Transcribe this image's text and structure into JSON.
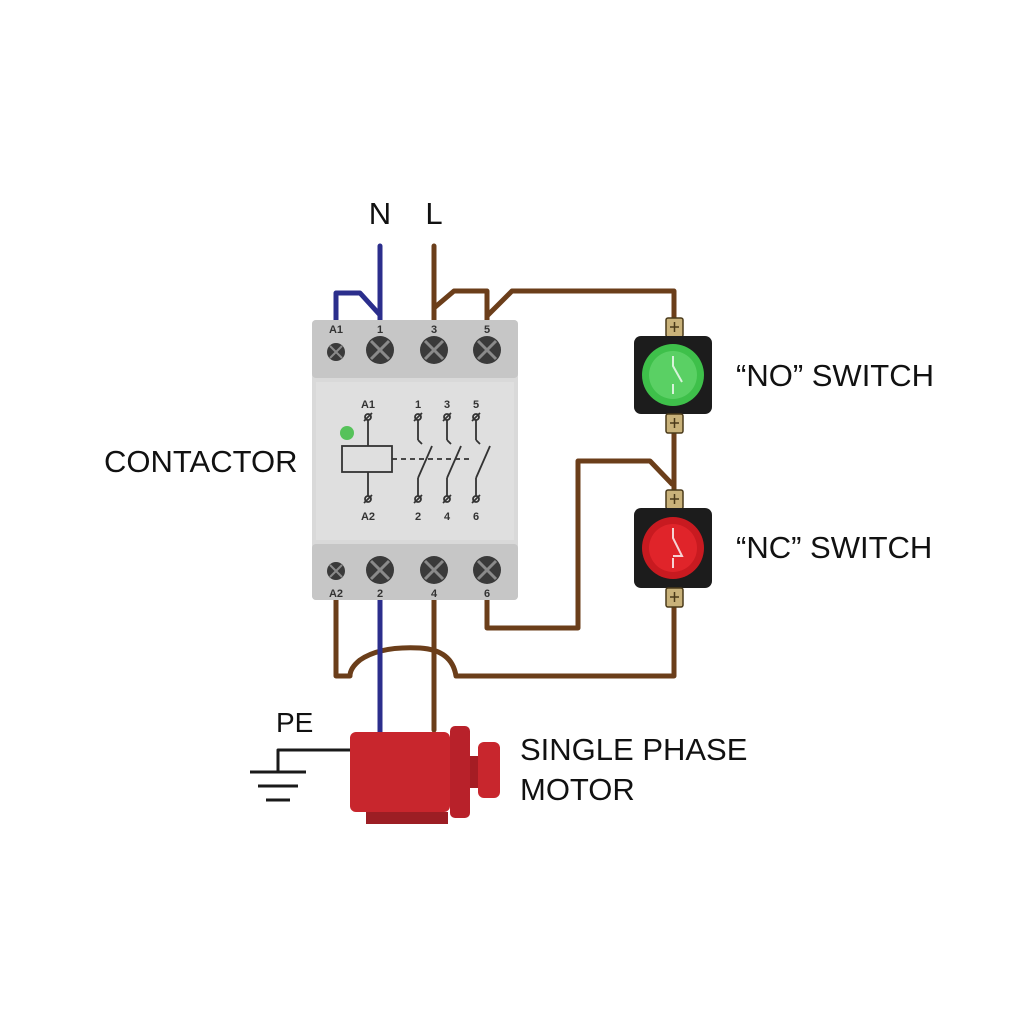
{
  "labels": {
    "neutral": "N",
    "line": "L",
    "contactor": "CONTACTOR",
    "no_switch": "“NO” SWITCH",
    "nc_switch": "“NC” SWITCH",
    "pe": "PE",
    "motor_line1": "SINGLE PHASE",
    "motor_line2": "MOTOR"
  },
  "contactor": {
    "top_terminals": [
      "A1",
      "1",
      "3",
      "5"
    ],
    "bottom_terminals": [
      "A2",
      "2",
      "4",
      "6"
    ],
    "schematic_top": [
      "A1",
      "1",
      "3",
      "5"
    ],
    "schematic_bottom": [
      "A2",
      "2",
      "4",
      "6"
    ]
  },
  "colors": {
    "neutral_wire": "#2b2e8c",
    "line_wire": "#6b3e1a",
    "ground_wire": "#1a1a1a",
    "contactor_body": "#d9d9d9",
    "contactor_panel": "#c6c6c6",
    "no_button": "#3ec04a",
    "nc_button": "#e0242a",
    "motor": "#c8262d",
    "indicator": "#56c25a"
  }
}
